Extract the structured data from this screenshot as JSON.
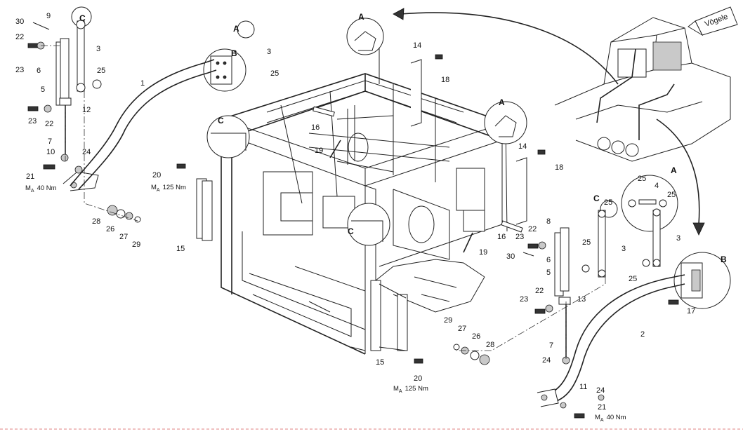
{
  "brand_logo_text": "Vögele",
  "detail_views": [
    "A",
    "B",
    "C"
  ],
  "part_numbers": [
    "1",
    "2",
    "3",
    "4",
    "5",
    "6",
    "7",
    "8",
    "9",
    "10",
    "11",
    "12",
    "13",
    "14",
    "15",
    "16",
    "17",
    "18",
    "19",
    "20",
    "21",
    "22",
    "23",
    "24",
    "25",
    "26",
    "27",
    "28",
    "29",
    "30"
  ],
  "torque": {
    "m": "M",
    "sub": "A",
    "value_40": "40 Nm",
    "value_125": "125 Nm"
  },
  "labels": [
    "30",
    "9",
    "C",
    "22",
    "23",
    "6",
    "5",
    "3",
    "25",
    "1",
    "B",
    "12",
    "23",
    "22",
    "7",
    "10",
    "24",
    "21",
    "28",
    "26",
    "27",
    "29",
    "A",
    "3",
    "25",
    "A",
    "14",
    "18",
    "16",
    "19",
    "C",
    "20",
    "15",
    "A",
    "14",
    "18",
    "C",
    "19",
    "16",
    "23",
    "22",
    "8",
    "30",
    "6",
    "5",
    "C",
    "25",
    "3",
    "25",
    "25",
    "A",
    "4",
    "25",
    "3",
    "B",
    "25",
    "23",
    "22",
    "13",
    "7",
    "24",
    "2",
    "17",
    "29",
    "27",
    "26",
    "28",
    "15",
    "20",
    "11",
    "24",
    "21"
  ]
}
